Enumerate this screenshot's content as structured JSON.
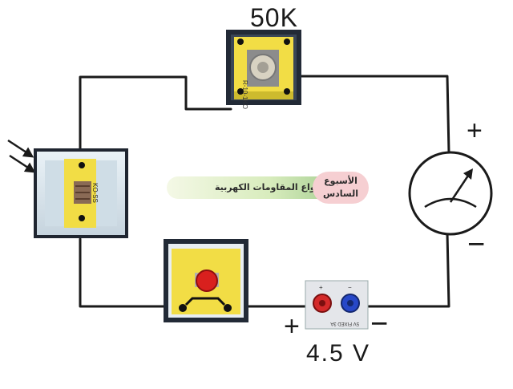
{
  "diagram": {
    "potentiometer_value": "50K",
    "potentiometer_module_text": "R-10-1KO",
    "ldr_module_text": "KO-SS",
    "supply_voltage": "4.5 V",
    "supply_module_text": "5V FIXED 3A",
    "meter_plus": "+",
    "meter_minus": "−",
    "battery_plus": "+",
    "battery_minus": "−",
    "supply_terminal_plus": "+",
    "supply_terminal_minus": "−"
  },
  "banner": {
    "title": "أنواع المقاومات الكهربية",
    "week_line_1": "الأسبوع",
    "week_line_2": "السادس"
  },
  "colors": {
    "wire": "#1a1a1a",
    "module_yellow": "#f3e14a",
    "module_dark": "#202733",
    "button_red": "#d9201e",
    "terminal_red": "#d42a2a",
    "terminal_blue": "#2748c8"
  }
}
